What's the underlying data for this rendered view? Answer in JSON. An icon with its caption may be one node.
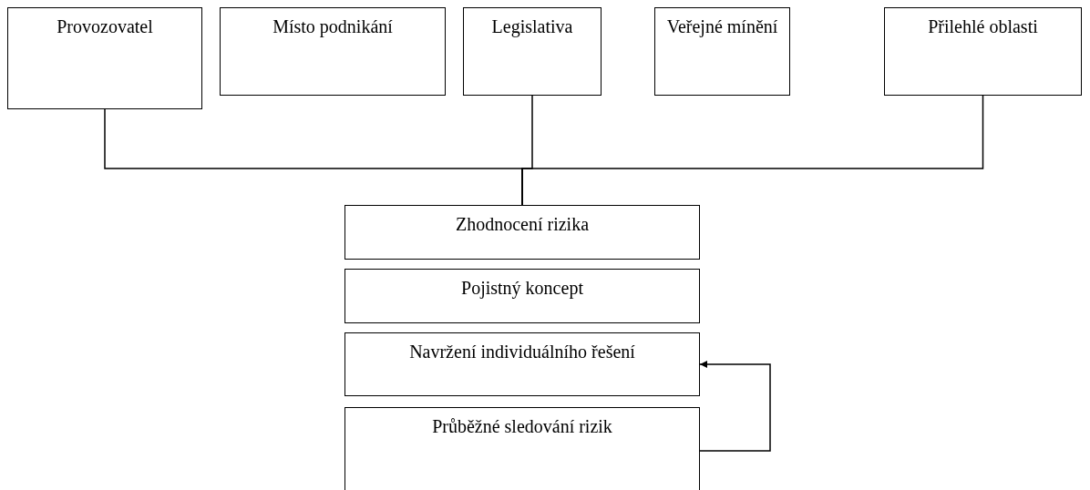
{
  "diagram": {
    "nodes": [
      {
        "text": [
          "Provozovatel"
        ]
      },
      {
        "text": [
          "Místo podnikání"
        ]
      },
      {
        "text": [
          "Legislativa"
        ]
      },
      {
        "text": [
          "Veřejné mínění"
        ]
      },
      {
        "text": [
          "Přilehlé oblasti"
        ]
      },
      {
        "text": [
          "Zhodnocení rizika"
        ]
      },
      {
        "text": [
          "Pojistný koncept"
        ]
      },
      {
        "text": [
          "Navržení individuálního řešení"
        ]
      },
      {
        "text": [
          "Průběžné sledování rizik"
        ]
      }
    ],
    "edges": [
      {
        "from": 0,
        "to": 5,
        "arrow": "none"
      },
      {
        "from": 2,
        "to": 5,
        "arrow": "none"
      },
      {
        "from": 4,
        "to": 5,
        "arrow": "none"
      },
      {
        "from": 8,
        "to": 7,
        "arrow": "to"
      }
    ]
  }
}
